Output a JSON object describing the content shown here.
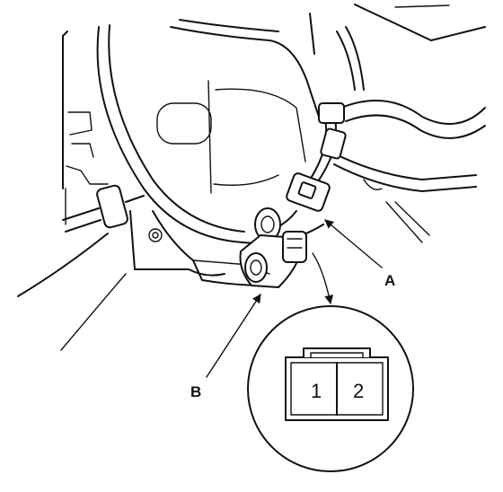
{
  "callouts": {
    "a": "A",
    "b": "B"
  },
  "connector_face": {
    "pins": [
      "1",
      "2"
    ]
  }
}
